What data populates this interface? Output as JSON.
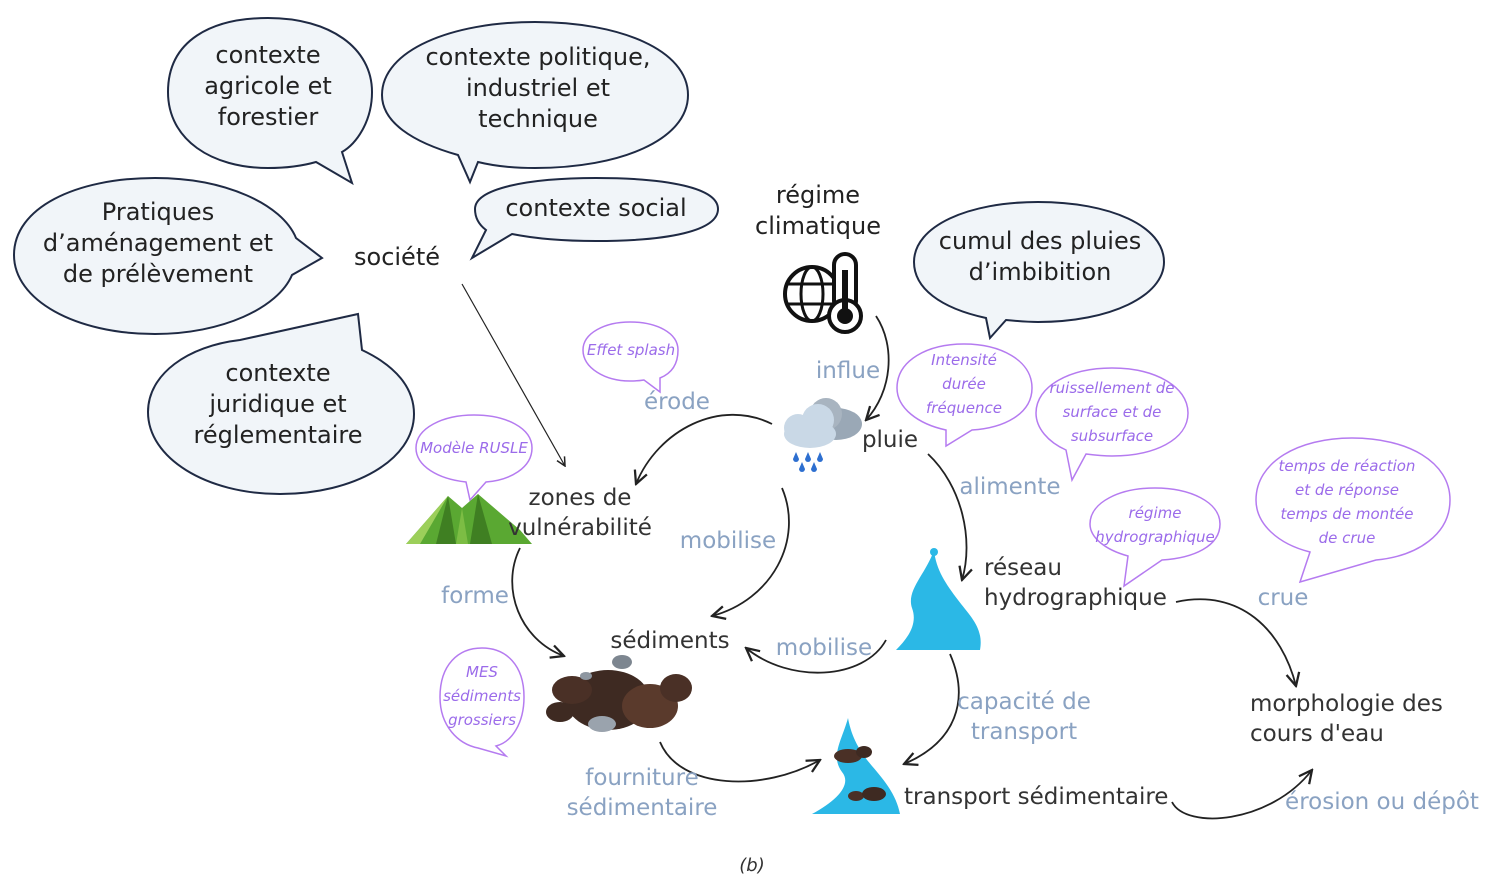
{
  "bubbles": {
    "agricole": "contexte agricole et forestier",
    "politique": "contexte politique, industriel et technique",
    "social": "contexte social",
    "pratiques": "Pratiques d’aménagement et de prélèvement",
    "juridique": "contexte juridique et réglementaire",
    "cumul": "cumul des pluies d’imbibition"
  },
  "bubble_lines": {
    "agricole": [
      "contexte",
      "agricole et",
      "forestier"
    ],
    "politique": [
      "contexte politique,",
      "industriel et",
      "technique"
    ],
    "social": [
      "contexte social"
    ],
    "pratiques": [
      "Pratiques",
      "d’aménagement et",
      "de prélèvement"
    ],
    "juridique": [
      "contexte",
      "juridique et",
      "réglementaire"
    ],
    "cumul": [
      "cumul des pluies",
      "d’imbibition"
    ]
  },
  "notes": {
    "splash": [
      "Effet splash"
    ],
    "rusle": [
      "Modèle RUSLE"
    ],
    "mes": [
      "MES",
      "sédiments",
      "grossiers"
    ],
    "intensite": [
      "Intensité",
      "durée",
      "fréquence"
    ],
    "ruissellement": [
      "ruissellement de",
      "surface et de",
      "subsurface"
    ],
    "regime_hydro": [
      "régime",
      "hydrographique"
    ],
    "temps": [
      "temps de réaction",
      "et de réponse",
      "temps de montée",
      "de crue"
    ]
  },
  "nodes": {
    "societe": "société",
    "regime_climatique": [
      "régime",
      "climatique"
    ],
    "pluie": "pluie",
    "zones": [
      "zones de",
      "vulnérabilité"
    ],
    "sediments": "sédiments",
    "reseau": [
      "réseau",
      "hydrographique"
    ],
    "transport": "transport sédimentaire",
    "morphologie": [
      "morphologie des",
      "cours d'eau"
    ]
  },
  "verbs": {
    "influe": "influe",
    "erode": "érode",
    "alimente": "alimente",
    "mobilise1": "mobilise",
    "mobilise2": "mobilise",
    "forme": "forme",
    "crue": "crue",
    "capacite": [
      "capacité de",
      "transport"
    ],
    "fourniture": [
      "fourniture",
      "sédimentaire"
    ],
    "erosion": "érosion ou dépôt"
  },
  "caption": "(b)",
  "icons": [
    "climate-thermometer-globe-icon",
    "rain-cloud-icon",
    "mountain-icon",
    "river-icon",
    "sediment-rocks-icon",
    "river-sediment-icon"
  ],
  "colors": {
    "bubble_fill": "#f1f5f9",
    "bubble_stroke": "#1f2a44",
    "note_stroke": "#b57bf0",
    "note_text": "#9b6bea",
    "verb_text": "#8aa2c2",
    "river": "#2bb8e6",
    "mountain": "#5aa832",
    "rocks": "#4a3026"
  }
}
